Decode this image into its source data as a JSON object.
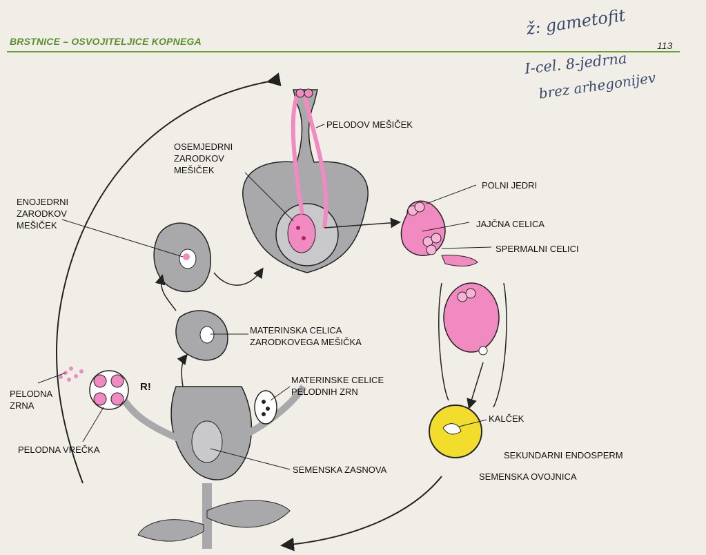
{
  "header": {
    "title": "BRSTNICE – OSVOJITELJICE KOPNEGA",
    "page_number": "113"
  },
  "handwriting": {
    "line1": "ž: gametofit",
    "line2": "I-cel. 8-jedrna",
    "line3": "brez arhegonijev"
  },
  "labels": {
    "pelodov_mesicek": "PELODOV MEŠIČEK",
    "osemjedrni": "OSEMJEDRNI\nZARODKOV\nMEŠIČEK",
    "enojedrni": "ENOJEDRNI\nZARODKOV\nMEŠIČEK",
    "polni_jedri": "POLNI JEDRI",
    "jajcna_celica": "JAJČNA CELICA",
    "spermalni_celici": "SPERMALNI CELICI",
    "materinska_celica": "MATERINSKA CELICA\nZARODKOVEGA MEŠIČKA",
    "materinske_celice": "MATERINSKE CELICE\nPELODNIH ZRN",
    "r_mark": "R!",
    "pelodna_zrna": "PELODNA\nZRNA",
    "pelodna_vrecka": "PELODNA VREČKA",
    "semenska_zasnova": "SEMENSKA ZASNOVA",
    "kalcek": "KALČEK",
    "sekundarni_endosperm": "SEKUNDARNI ENDOSPERM",
    "semenska_ovojnica": "SEMENSKA OVOJNICA"
  },
  "colors": {
    "accent_green": "#6aa23a",
    "pink": "#f08ac0",
    "gray_tissue": "#a9a9ab",
    "seed_yellow": "#f2dc2c"
  }
}
